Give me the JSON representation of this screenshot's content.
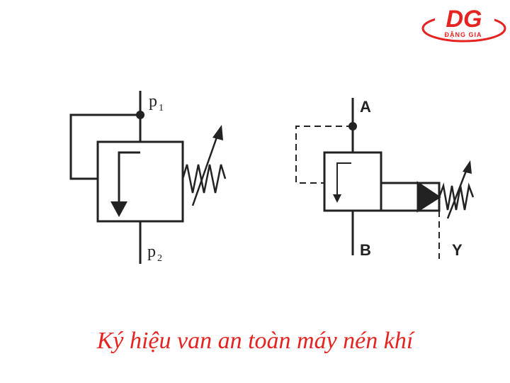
{
  "logo": {
    "mark": "DG",
    "name": "ĐẶNG GIA",
    "color": "#e52421"
  },
  "left_symbol": {
    "inlet_label": "p",
    "inlet_sub": "1",
    "outlet_label": "p",
    "outlet_sub": "2"
  },
  "right_symbol": {
    "port_a": "A",
    "port_b": "B",
    "port_y": "Y"
  },
  "caption": {
    "text": "Ký hiệu van an toàn máy nén khí",
    "color": "#e52421"
  }
}
